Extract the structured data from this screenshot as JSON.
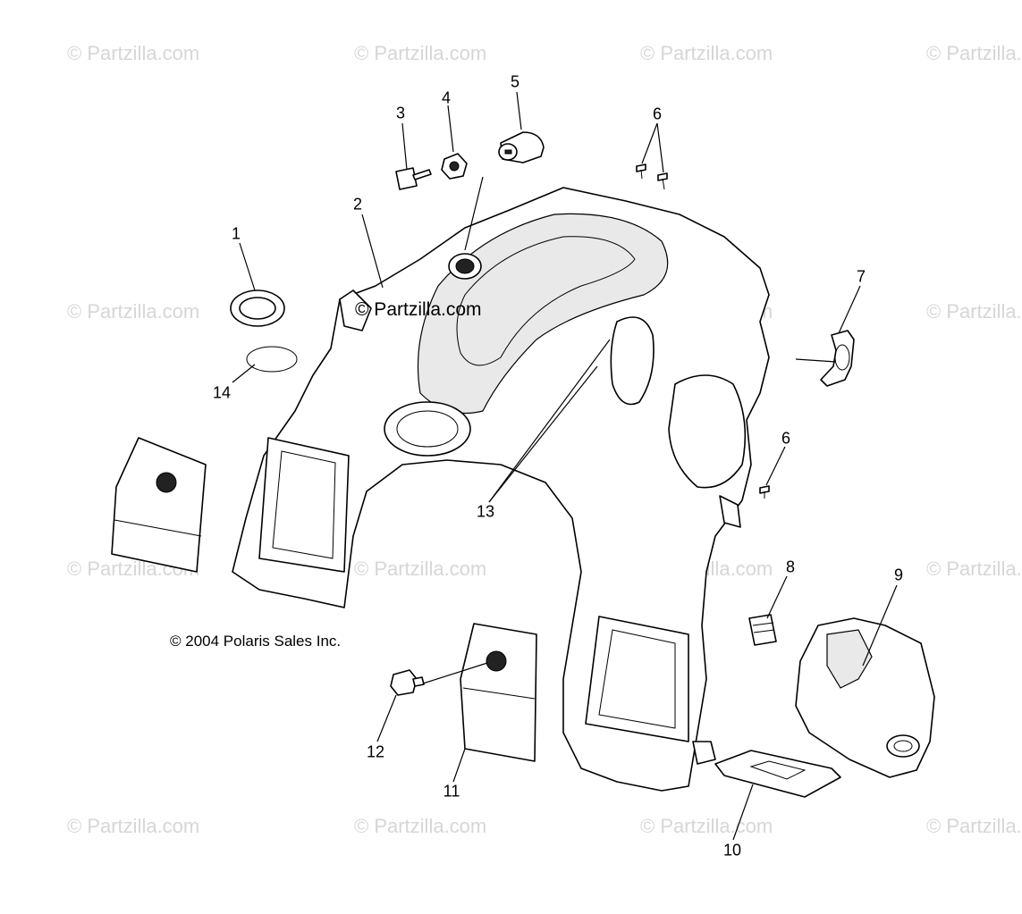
{
  "watermark": {
    "text": "© Partzilla.com"
  },
  "center_watermark": "© Partzilla.com",
  "copyright": "© 2004 Polaris Sales Inc.",
  "callouts": [
    {
      "id": "1",
      "label": "1"
    },
    {
      "id": "2",
      "label": "2"
    },
    {
      "id": "3",
      "label": "3"
    },
    {
      "id": "4",
      "label": "4"
    },
    {
      "id": "5",
      "label": "5"
    },
    {
      "id": "6a",
      "label": "6"
    },
    {
      "id": "6b",
      "label": "6"
    },
    {
      "id": "7",
      "label": "7"
    },
    {
      "id": "8",
      "label": "8"
    },
    {
      "id": "9",
      "label": "9"
    },
    {
      "id": "10",
      "label": "10"
    },
    {
      "id": "11",
      "label": "11"
    },
    {
      "id": "12",
      "label": "12"
    },
    {
      "id": "13",
      "label": "13"
    },
    {
      "id": "14",
      "label": "14"
    }
  ]
}
